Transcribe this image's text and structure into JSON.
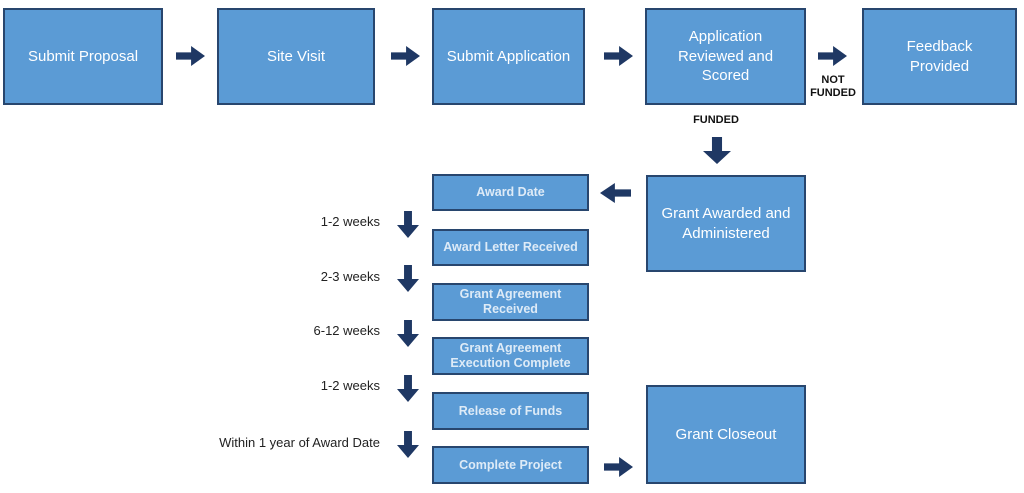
{
  "palette": {
    "box_fill": "#5B9BD5",
    "box_border": "#28466E",
    "arrow": "#1F3864",
    "box_text": "#FFFFFF",
    "small_box_text": "#DEEBF7",
    "label_text": "#222222"
  },
  "top_flow": {
    "steps": [
      "Submit Proposal",
      "Site Visit",
      "Submit Application",
      "Application Reviewed and Scored",
      "Feedback Provided"
    ],
    "branch_not_funded": "NOT FUNDED",
    "branch_funded": "FUNDED"
  },
  "awarded_box": "Grant Awarded and Administered",
  "timeline": {
    "steps": [
      "Award Date",
      "Award Letter Received",
      "Grant Agreement Received",
      "Grant Agreement Execution Complete",
      "Release of Funds",
      "Complete Project"
    ],
    "durations": [
      "1-2 weeks",
      "2-3 weeks",
      "6-12 weeks",
      "1-2 weeks",
      "Within 1 year of Award Date"
    ]
  },
  "closeout_box": "Grant Closeout"
}
